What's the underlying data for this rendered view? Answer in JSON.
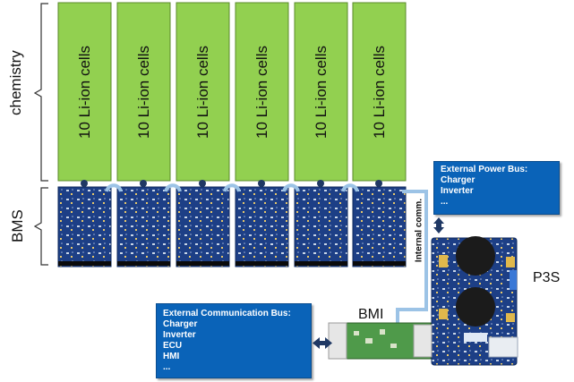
{
  "labels": {
    "chemistry": "chemistry",
    "bms": "BMS",
    "p3s": "P3S",
    "bmi": "BMI",
    "internal_comm": "Internal comm."
  },
  "cells": [
    {
      "label": "10 Li-ion cells"
    },
    {
      "label": "10 Li-ion cells"
    },
    {
      "label": "10 Li-ion cells"
    },
    {
      "label": "10 Li-ion cells"
    },
    {
      "label": "10 Li-ion cells"
    },
    {
      "label": "10 Li-ion cells"
    }
  ],
  "power_bus": {
    "title": "External Power Bus:",
    "items": [
      "Charger",
      "Inverter",
      "..."
    ]
  },
  "comm_bus": {
    "title": "External Communication Bus:",
    "items": [
      "Charger",
      "Inverter",
      "ECU",
      "HMI",
      "..."
    ]
  },
  "colors": {
    "cell_green": "#92d050",
    "board_blue": "#1d3f86",
    "bus_blue": "#0a63b8",
    "comm_line": "#9cc3e6",
    "arrow_navy": "#1f3864"
  }
}
